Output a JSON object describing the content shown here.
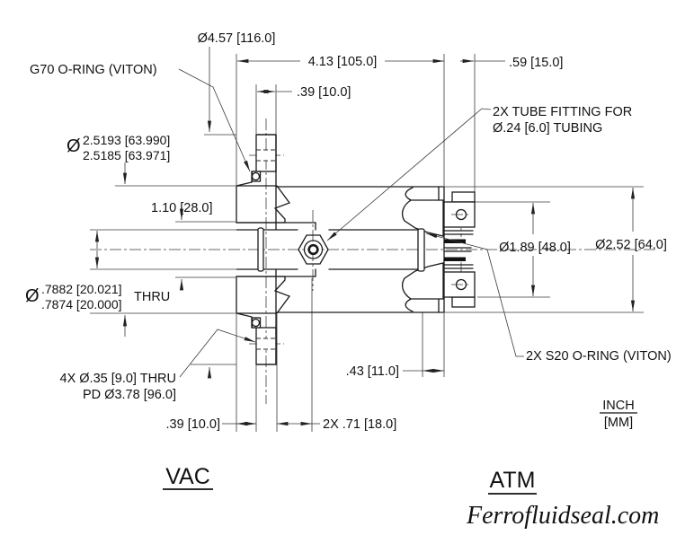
{
  "drawing": {
    "dims": {
      "diameter_symbol": "Ø",
      "flange_od": "Ø4.57 [116.0]",
      "overall_length": "4.13 [105.0]",
      "fitting_protrusion": ".59 [15.0]",
      "flange_plate_thickness": ".39 [10.0]",
      "pilot_dia_line1": "2.5193 [63.990]",
      "pilot_dia_line2": "2.5185 [63.971]",
      "counterbore_depth": "1.10 [28.0]",
      "bore_dia_line1": ".7882 [20.021]",
      "bore_dia_line2": ".7874 [20.000]",
      "bore_thru": "THRU",
      "seal_dia": "Ø1.89 [48.0]",
      "body_od": "Ø2.52 [64.0]",
      "fitting_offset": ".43 [11.0]",
      "hub_thickness": ".39 [10.0]",
      "port_spacing": "2X .71 [18.0]"
    },
    "notes": {
      "g70_oring": "G70 O-RING (VITON)",
      "tube_fitting_line1": "2X TUBE FITTING FOR",
      "tube_fitting_line2": "Ø.24 [6.0] TUBING",
      "bolt_holes_line1": "4X Ø.35 [9.0] THRU",
      "bolt_holes_line2": "PD Ø3.78 [96.0]",
      "s20_oring": "2X S20 O-RING (VITON)"
    },
    "labels": {
      "vacuum_side": "VAC",
      "atmosphere_side": "ATM",
      "units_inch": "INCH",
      "units_mm": "[MM]",
      "watermark": "Ferrofluidseal.com"
    }
  }
}
